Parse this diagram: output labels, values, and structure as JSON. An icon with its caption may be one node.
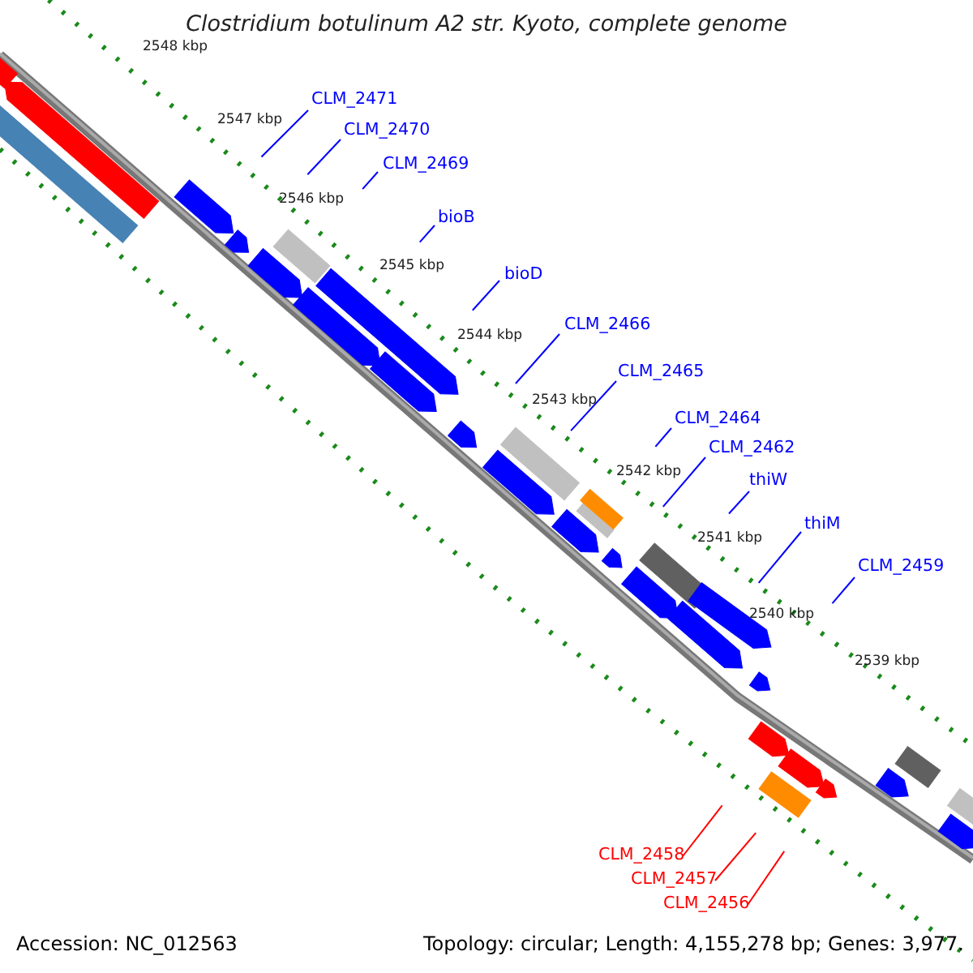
{
  "diagram": {
    "title": "Clostridium botulinum A2 str. Kyoto, complete genome",
    "nodes": [
      {
        "text": [
          "CLM_2471"
        ]
      },
      {
        "text": [
          "CLM_2470"
        ]
      },
      {
        "text": [
          "CLM_2469"
        ]
      },
      {
        "text": [
          "bioB"
        ]
      },
      {
        "text": [
          "bioD"
        ]
      },
      {
        "text": [
          "CLM_2466"
        ]
      },
      {
        "text": [
          "CLM_2465"
        ]
      },
      {
        "text": [
          "CLM_2464"
        ]
      },
      {
        "text": [
          "CLM_2462"
        ]
      },
      {
        "text": [
          "thiW"
        ]
      },
      {
        "text": [
          "thiM"
        ]
      },
      {
        "text": [
          "CLM_2459"
        ]
      },
      {
        "text": [
          "CLM_2458"
        ]
      },
      {
        "text": [
          "CLM_2457"
        ]
      },
      {
        "text": [
          "CLM_2456"
        ]
      }
    ],
    "edges": [
      {
        "from": 0,
        "to": null,
        "arrow": "none"
      },
      {
        "from": 1,
        "to": null,
        "arrow": "none"
      },
      {
        "from": 2,
        "to": null,
        "arrow": "none"
      },
      {
        "from": 3,
        "to": null,
        "arrow": "none"
      },
      {
        "from": 4,
        "to": null,
        "arrow": "none"
      },
      {
        "from": 5,
        "to": null,
        "arrow": "none"
      },
      {
        "from": 6,
        "to": null,
        "arrow": "none"
      },
      {
        "from": 7,
        "to": null,
        "arrow": "none"
      },
      {
        "from": 8,
        "to": null,
        "arrow": "none"
      },
      {
        "from": 9,
        "to": null,
        "arrow": "none"
      },
      {
        "from": 10,
        "to": null,
        "arrow": "none"
      },
      {
        "from": 11,
        "to": null,
        "arrow": "none"
      },
      {
        "from": 12,
        "to": null,
        "arrow": "none",
        "color": "#ff0000"
      },
      {
        "from": 13,
        "to": null,
        "arrow": "none",
        "color": "#ff0000"
      },
      {
        "from": 14,
        "to": null,
        "arrow": "none",
        "color": "#ff0000"
      }
    ],
    "labels": [
      "2548 kbp",
      "2547 kbp",
      "2546 kbp",
      "2545 kbp",
      "2544 kbp",
      "2543 kbp",
      "2542 kbp",
      "2541 kbp",
      "2540 kbp",
      "2539 kbp",
      "Accession: NC_012563",
      "Topology: circular; Length: 4,155,278 bp; Genes: 3,977."
    ]
  }
}
